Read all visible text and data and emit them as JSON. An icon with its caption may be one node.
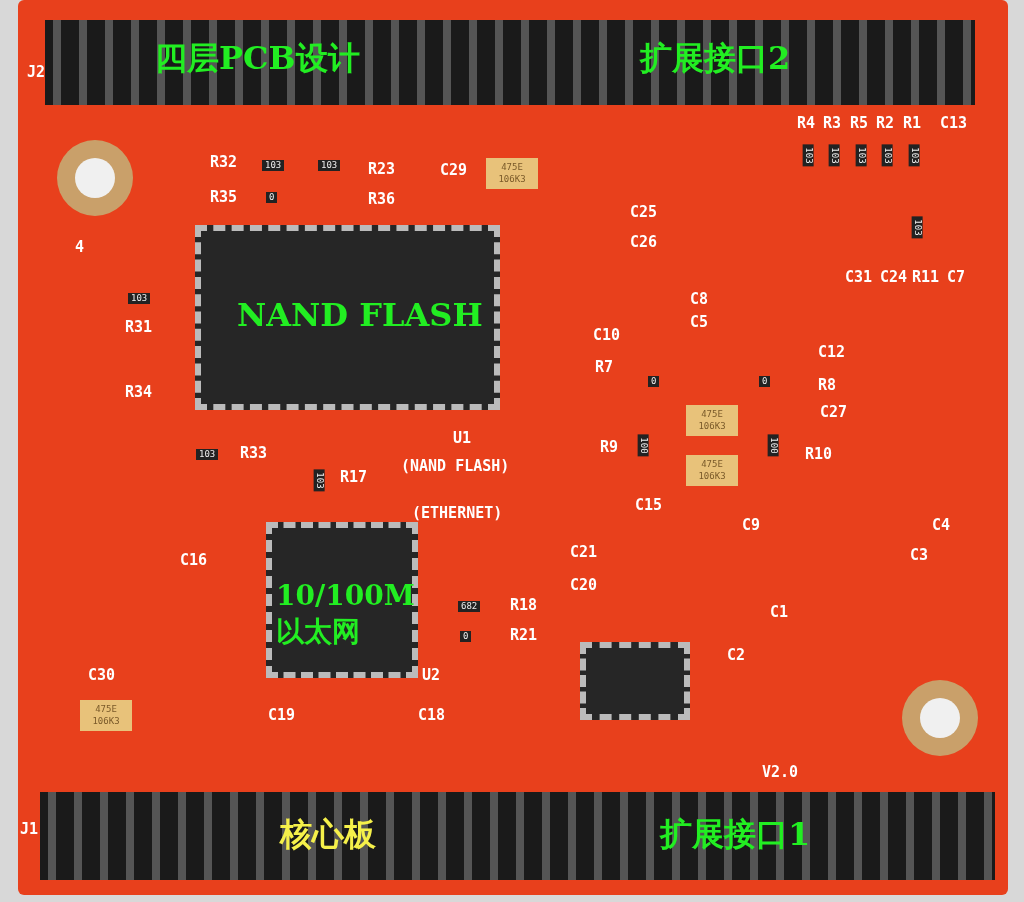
{
  "diagram": {
    "nodes": [
      {
        "text": [
          "四层PCB设计",
          "扩展接口2"
        ],
        "beside": [
          "J2"
        ]
      },
      {
        "text": [
          "NAND FLASH"
        ],
        "beside": [
          "U1",
          "(NAND FLASH)"
        ]
      },
      {
        "text": [
          "10/100M 以太网"
        ],
        "beside": [
          "U2",
          "(ETHERNET)"
        ]
      },
      {
        "text": [],
        "shape": "box"
      },
      {
        "text": [
          "核心板",
          "扩展接口1"
        ],
        "beside": [
          "J1"
        ]
      }
    ],
    "labels": [
      "R32",
      "103",
      "103",
      "R23",
      "R35",
      "0",
      "R36",
      "C29",
      "475E 106K3",
      "R4",
      "R3",
      "R5",
      "R2",
      "R1",
      "C13",
      "103",
      "103",
      "103",
      "103",
      "103",
      "C25",
      "C26",
      "103",
      "C31",
      "C24",
      "R11",
      "C7",
      "4",
      "103",
      "R31",
      "R34",
      "C8",
      "C5",
      "C10",
      "C12",
      "R7",
      "0",
      "0",
      "R8",
      "475E 106K3",
      "C27",
      "R9",
      "100",
      "100",
      "R10",
      "103",
      "R33",
      "103",
      "R17",
      "475E 106K3",
      "C15",
      "C9",
      "C4",
      "C21",
      "C16",
      "C3",
      "C20",
      "682",
      "R18",
      "0",
      "R21",
      "C1",
      "C2",
      "C30",
      "475E 106K3",
      "C19",
      "C18",
      "V2.0"
    ]
  }
}
